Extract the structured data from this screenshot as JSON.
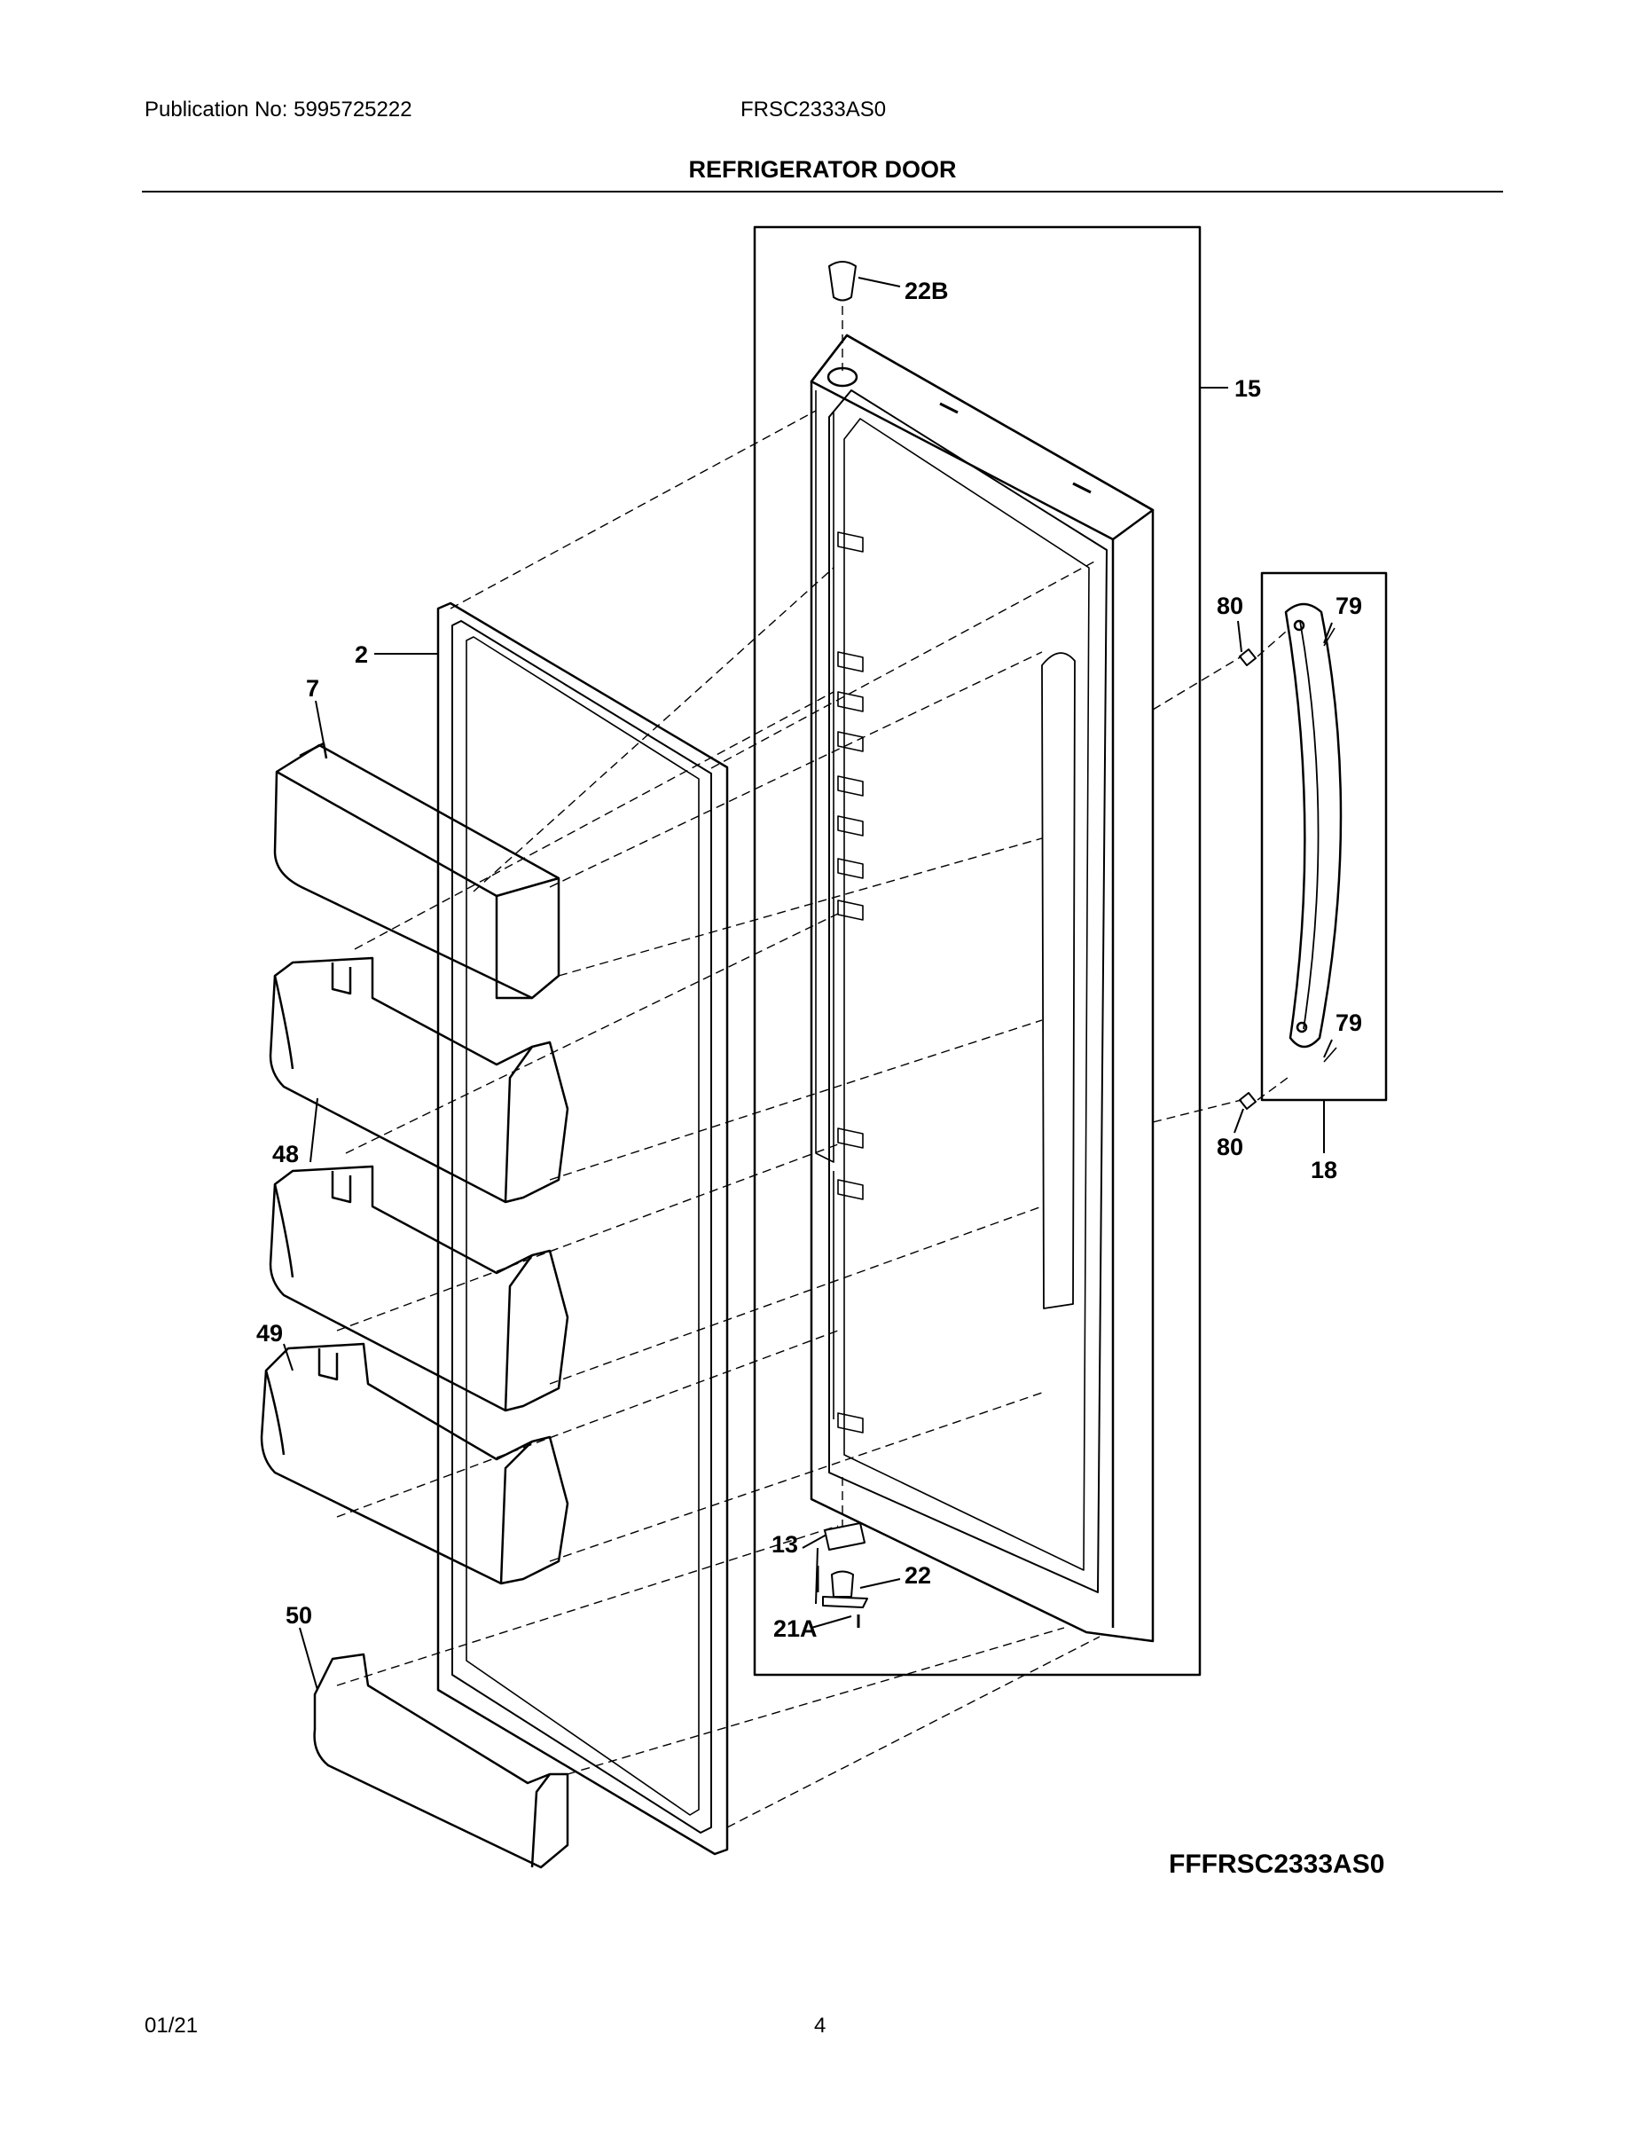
{
  "header": {
    "publication": "Publication No: 5995725222",
    "model": "FRSC2333AS0",
    "title": "REFRIGERATOR DOOR"
  },
  "diagram": {
    "callouts": {
      "c22B": "22B",
      "c15": "15",
      "c2": "2",
      "c7": "7",
      "c80a": "80",
      "c79a": "79",
      "c79b": "79",
      "c80b": "80",
      "c18": "18",
      "c48": "48",
      "c49": "49",
      "c50": "50",
      "c13": "13",
      "c22": "22",
      "c21A": "21A"
    },
    "diagram_code": "FFFRSC2333AS0"
  },
  "footer": {
    "date": "01/21",
    "page": "4"
  }
}
